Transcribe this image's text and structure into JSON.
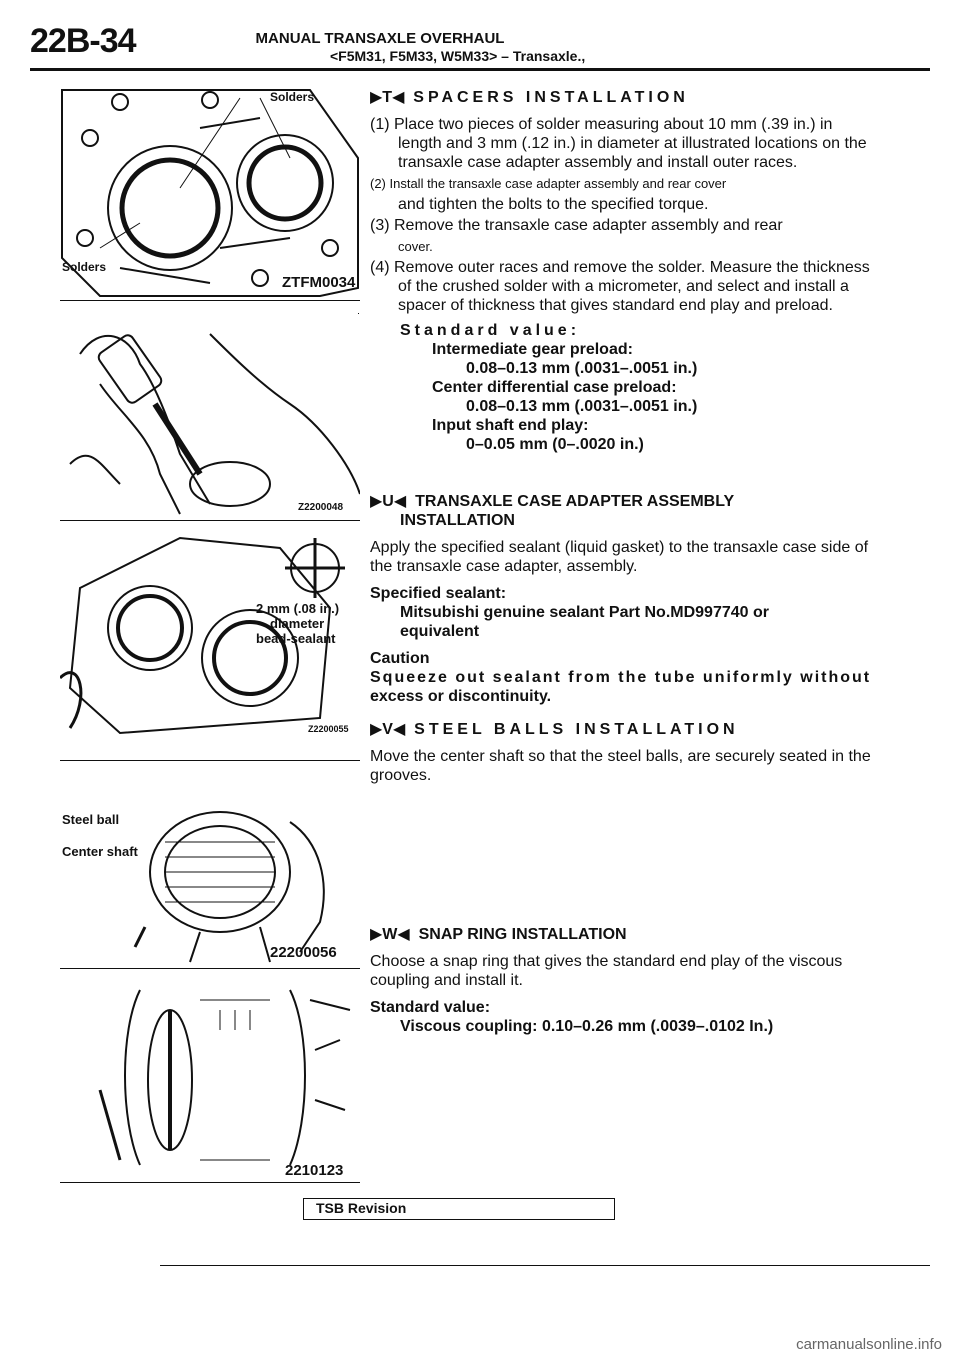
{
  "header": {
    "page_number": "22B-34",
    "title": "MANUAL TRANSAXLE OVERHAUL",
    "subtitle": "<F5M31, F5M33, W5M33> – Transaxle.,"
  },
  "figures": {
    "fig1": {
      "code": "ZTFM0034",
      "label_top": "Solders",
      "label_side": "Solders"
    },
    "fig2": {
      "code": "Z2200048"
    },
    "fig3": {
      "code": "Z2200055",
      "label_size": "2 mm (.08 in.)",
      "label_diameter": "diameter",
      "label_bead": "bead-sealant"
    },
    "fig4": {
      "code": "22200056",
      "label_ball": "Steel ball",
      "label_shaft": "Center shaft"
    },
    "fig5": {
      "code": "2210123"
    }
  },
  "sections": {
    "t": {
      "marker": "▶T◀",
      "title": "SPACERS INSTALLATION",
      "steps": [
        "(1) Place two pieces of solder measuring about 10 mm (.39 in.) in length and 3 mm (.12 in.) in diameter at illustrated locations on the transaxle case adapter assembly and install outer races.",
        "(2) Install the transaxle case adapter assembly and rear cover",
        "and tighten the bolts to the specified torque.",
        "(3) Remove the transaxle case adapter assembly and rear",
        "cover.",
        "(4) Remove outer races and remove the solder. Measure the thickness of the crushed solder with a micrometer, and select and install a spacer of thickness that gives standard end play and preload."
      ],
      "std_label": "Standard value:",
      "std_items": [
        {
          "name": "Intermediate gear preload:",
          "value": "0.08–0.13 mm (.0031–.0051 in.)"
        },
        {
          "name": "Center differential case preload:",
          "value": "0.08–0.13 mm (.0031–.0051 in.)"
        },
        {
          "name": "Input shaft end play:",
          "value": "0–0.05 mm (0–.0020 in.)"
        }
      ]
    },
    "u": {
      "marker": "▶U◀",
      "title": "TRANSAXLE CASE ADAPTER ASSEMBLY",
      "title2": "INSTALLATION",
      "body": "Apply the specified sealant (liquid gasket) to the transaxle case side of the transaxle case adapter, assembly.",
      "sealant_label": "Specified sealant:",
      "sealant_value": "Mitsubishi genuine sealant Part No.MD997740 or",
      "sealant_value2": "equivalent",
      "caution_label": "Caution",
      "caution_text": "Squeeze out sealant from the tube uniformly without",
      "caution_text2": "excess or discontinuity."
    },
    "v": {
      "marker": "▶V◀",
      "title": "STEEL BALLS INSTALLATION",
      "body": "Move the center shaft so that the steel balls, are securely seated in the grooves."
    },
    "w": {
      "marker": "▶W◀",
      "title": "SNAP RING INSTALLATION",
      "body": "Choose a snap ring that gives the standard end play of the viscous coupling and install it.",
      "std_label": "Standard value:",
      "std_name": "Viscous coupling:",
      "std_value": "0.10–0.26 mm (.0039–.0102 In.)"
    }
  },
  "footer": {
    "tsb": "TSB Revision",
    "watermark": "carmanualsonline.info"
  }
}
